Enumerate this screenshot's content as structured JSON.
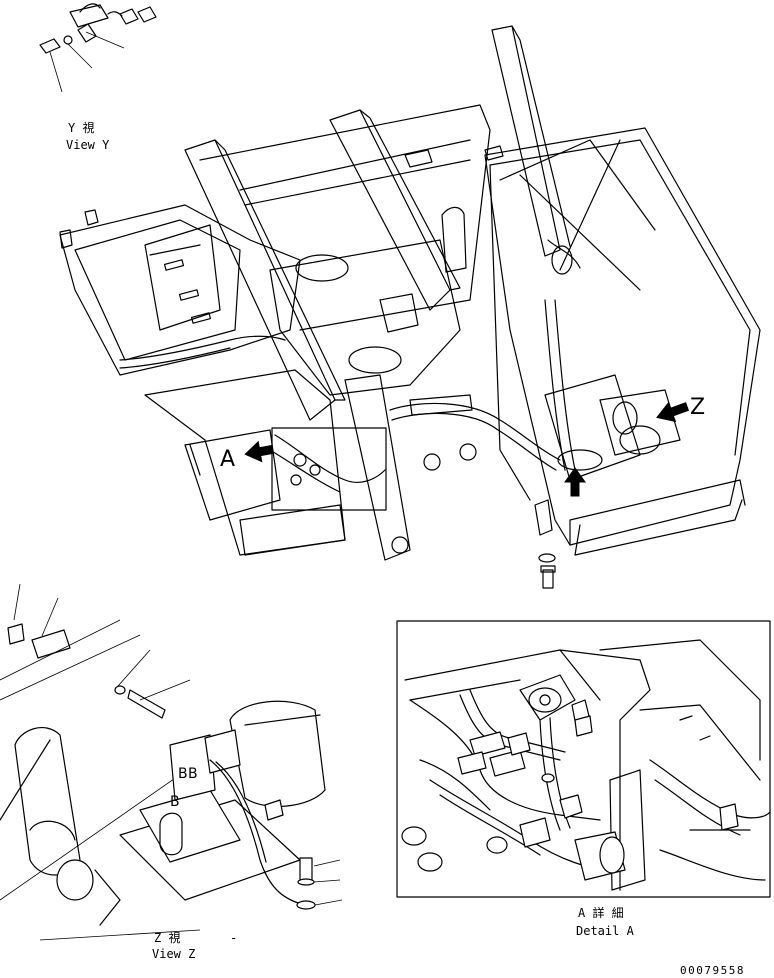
{
  "views": {
    "view_y": {
      "jp": "Y 視",
      "en": "View Y"
    },
    "view_z": {
      "jp": "Z 視",
      "en": "View Z",
      "mark": "-"
    },
    "detail_a": {
      "jp": "A 詳 細",
      "en": "Detail A"
    }
  },
  "markers": {
    "a": "A",
    "z": "Z",
    "b": "B"
  },
  "drawing_number": "00079558",
  "icons": {
    "arrow": "view-direction-arrow-icon"
  }
}
